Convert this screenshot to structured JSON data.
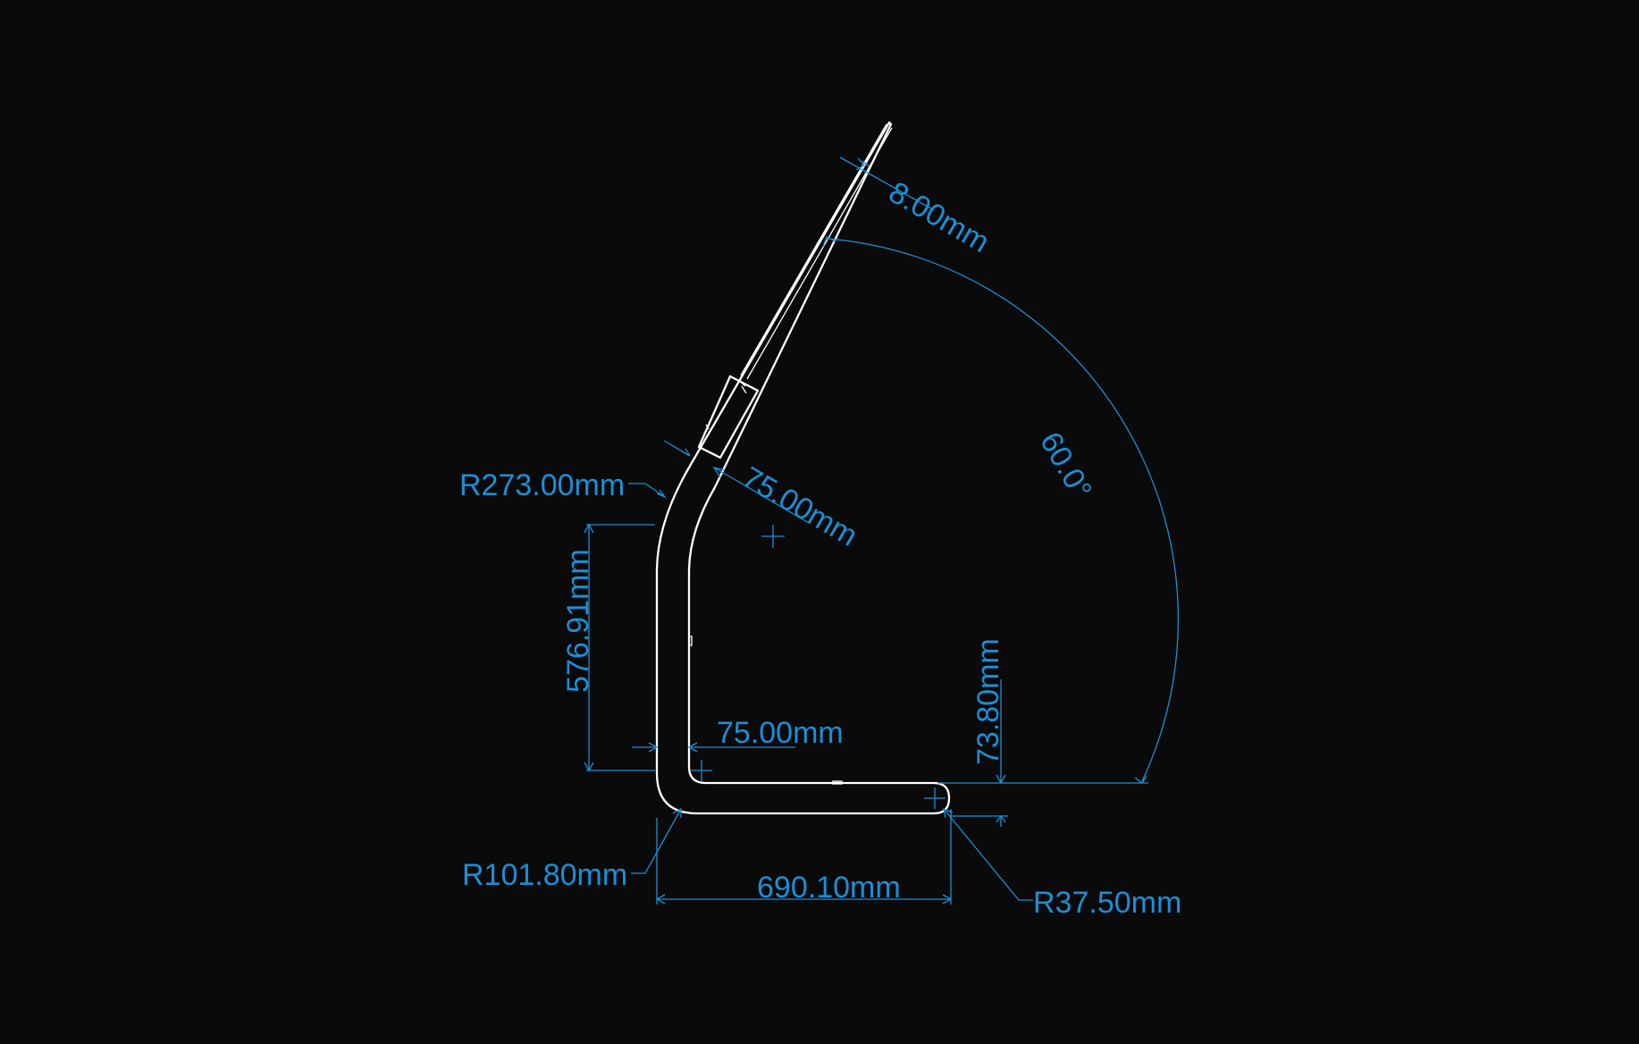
{
  "colors": {
    "background": "#0a0a0a",
    "geometry": "#ffffff",
    "dimension": "#1b8fd6"
  },
  "dimensions": {
    "thickness": "8.00mm",
    "angle": "60.0°",
    "bend_radius_top": "R273.00mm",
    "arm_width_angled": "75.00mm",
    "vertical_length": "576.91mm",
    "arm_width_base": "75.00mm",
    "foot_height": "73.80mm",
    "bend_radius_bottom": "R101.80mm",
    "base_length": "690.10mm",
    "tip_radius": "R37.50mm"
  }
}
